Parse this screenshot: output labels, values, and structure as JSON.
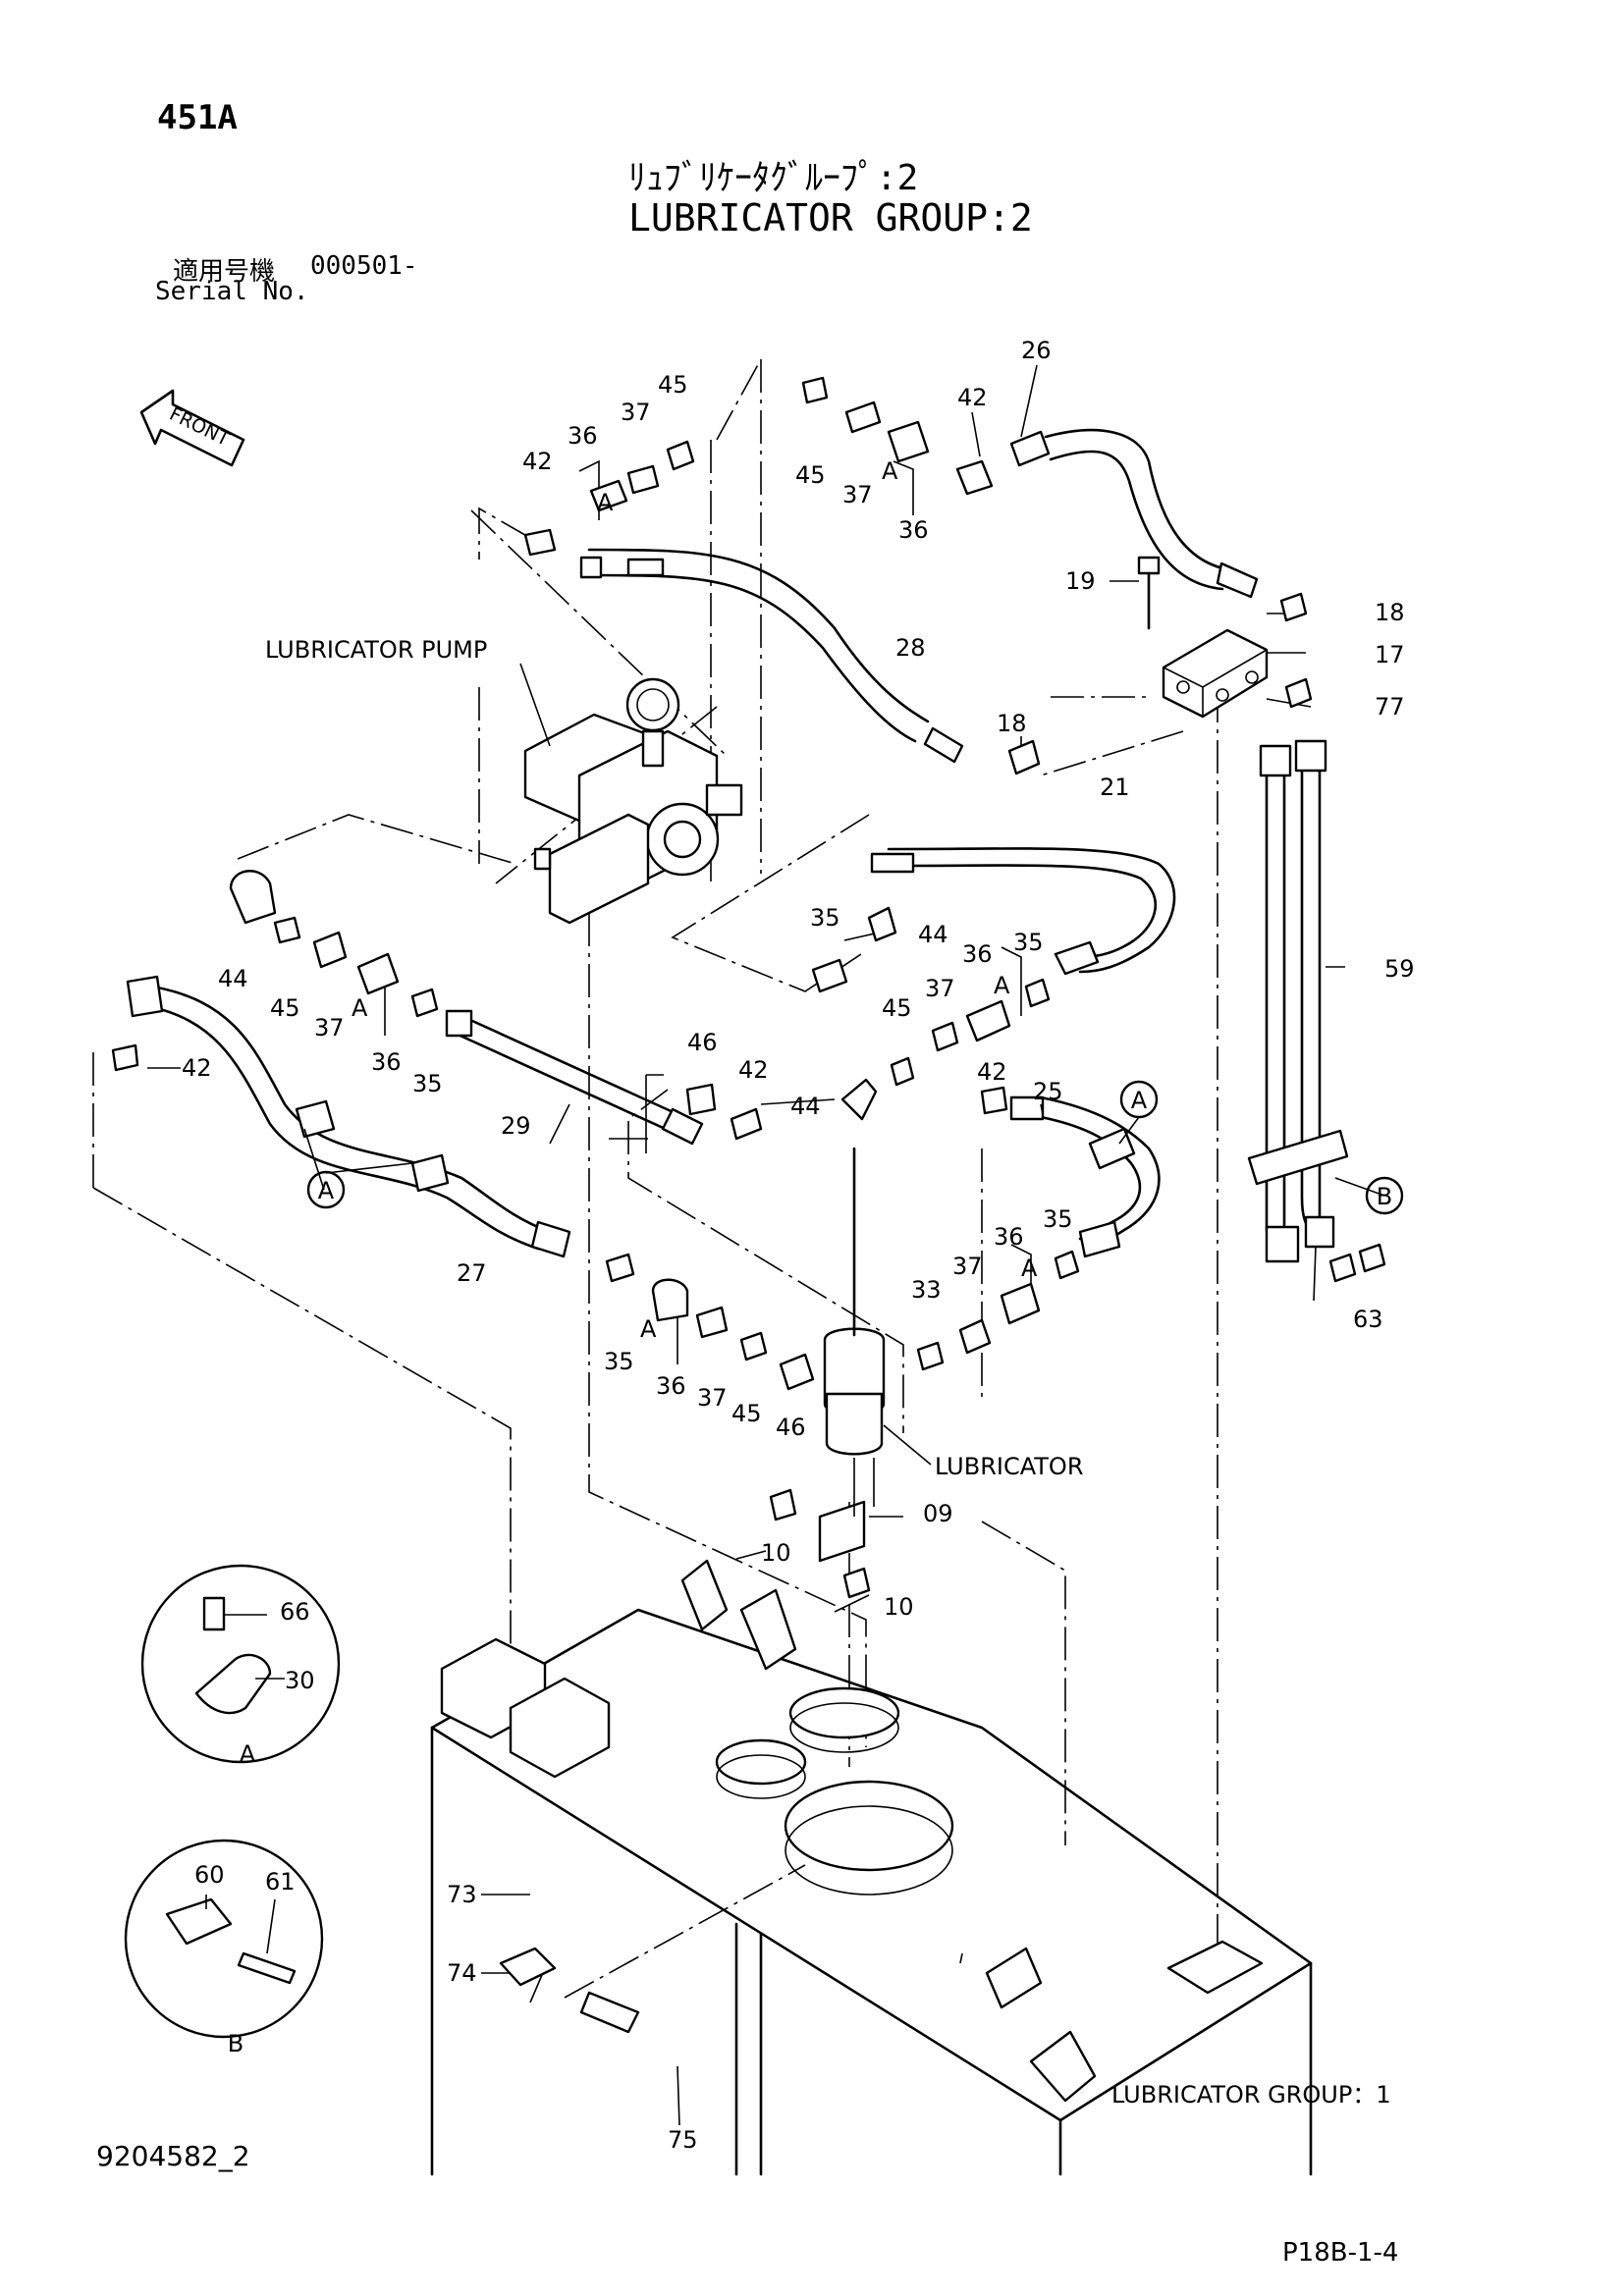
{
  "header": {
    "page_code": "451A",
    "title_jp": "ﾘｭﾌﾞﾘｹｰﾀｸﾞﾙｰﾌﾟ:2",
    "title_en": "LUBRICATOR GROUP:2",
    "serial_jp": "適用号機",
    "serial_value": "000501-",
    "serial_en": "Serial No."
  },
  "footer": {
    "drawing_number": "9204582_2",
    "page_ref": "P18B-1-4"
  },
  "labels": {
    "front": "FRONT",
    "lubricator_pump": "LUBRICATOR PUMP",
    "lubricator": "LUBRICATOR",
    "lubricator_group_1": "LUBRICATOR GROUP：1",
    "detail_a": "A",
    "detail_b": "B"
  },
  "callouts": [
    {
      "id": "c1",
      "text": "26"
    },
    {
      "id": "c2",
      "text": "42"
    },
    {
      "id": "c3",
      "text": "45"
    },
    {
      "id": "c4",
      "text": "37"
    },
    {
      "id": "c5",
      "text": "A"
    },
    {
      "id": "c6",
      "text": "36"
    },
    {
      "id": "c7",
      "text": "45"
    },
    {
      "id": "c8",
      "text": "37"
    },
    {
      "id": "c9",
      "text": "36"
    },
    {
      "id": "c10",
      "text": "A"
    },
    {
      "id": "c11",
      "text": "42"
    },
    {
      "id": "c12",
      "text": "19"
    },
    {
      "id": "c13",
      "text": "18"
    },
    {
      "id": "c14",
      "text": "17"
    },
    {
      "id": "c15",
      "text": "77"
    },
    {
      "id": "c16",
      "text": "28"
    },
    {
      "id": "c17",
      "text": "18"
    },
    {
      "id": "c18",
      "text": "21"
    },
    {
      "id": "c19",
      "text": "35"
    },
    {
      "id": "c20",
      "text": "44"
    },
    {
      "id": "c21",
      "text": "36"
    },
    {
      "id": "c22",
      "text": "35"
    },
    {
      "id": "c23",
      "text": "A"
    },
    {
      "id": "c24",
      "text": "59"
    },
    {
      "id": "c25",
      "text": "44"
    },
    {
      "id": "c26",
      "text": "45"
    },
    {
      "id": "c27",
      "text": "37"
    },
    {
      "id": "c28",
      "text": "A"
    },
    {
      "id": "c29",
      "text": "36"
    },
    {
      "id": "c30",
      "text": "35"
    },
    {
      "id": "c31",
      "text": "42"
    },
    {
      "id": "c32",
      "text": "29"
    },
    {
      "id": "c33",
      "text": "46"
    },
    {
      "id": "c34",
      "text": "42"
    },
    {
      "id": "c35",
      "text": "45"
    },
    {
      "id": "c36",
      "text": "37"
    },
    {
      "id": "c37",
      "text": "44"
    },
    {
      "id": "c38",
      "text": "42"
    },
    {
      "id": "c39",
      "text": "25"
    },
    {
      "id": "c40",
      "text": "27"
    },
    {
      "id": "c41",
      "text": "35"
    },
    {
      "id": "c42",
      "text": "A"
    },
    {
      "id": "c43",
      "text": "36"
    },
    {
      "id": "c44",
      "text": "37"
    },
    {
      "id": "c45",
      "text": "45"
    },
    {
      "id": "c46",
      "text": "46"
    },
    {
      "id": "c47",
      "text": "33"
    },
    {
      "id": "c48",
      "text": "37"
    },
    {
      "id": "c49",
      "text": "36"
    },
    {
      "id": "c50",
      "text": "35"
    },
    {
      "id": "c51",
      "text": "A"
    },
    {
      "id": "c52",
      "text": "63"
    },
    {
      "id": "c53",
      "text": "09"
    },
    {
      "id": "c54",
      "text": "10"
    },
    {
      "id": "c55",
      "text": "10"
    },
    {
      "id": "c56",
      "text": "66"
    },
    {
      "id": "c57",
      "text": "30"
    },
    {
      "id": "c58",
      "text": "60"
    },
    {
      "id": "c59",
      "text": "61"
    },
    {
      "id": "c60",
      "text": "73"
    },
    {
      "id": "c61",
      "text": "74"
    },
    {
      "id": "c62",
      "text": "75"
    }
  ],
  "circle_markers": [
    {
      "id": "m1",
      "text": "A"
    },
    {
      "id": "m2",
      "text": "A"
    },
    {
      "id": "m3",
      "text": "B"
    }
  ]
}
